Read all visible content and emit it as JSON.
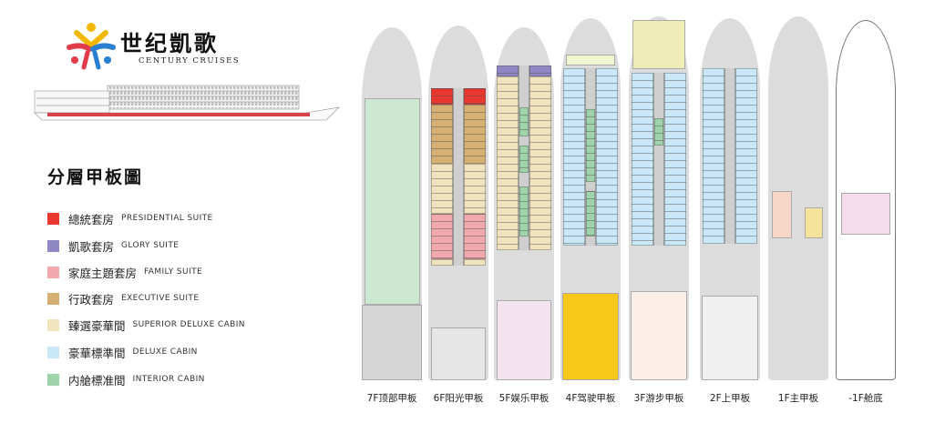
{
  "logo": {
    "chinese": "世纪凱歌",
    "english": "CENTURY CRUISES"
  },
  "title": "分層甲板圖",
  "legend": [
    {
      "cn": "總統套房",
      "en": "PRESIDENTIAL SUITE",
      "color": "#e8372f"
    },
    {
      "cn": "凱歌套房",
      "en": "GLORY  SUITE",
      "color": "#8f87c3"
    },
    {
      "cn": "家庭主題套房",
      "en": "FAMILY SUITE",
      "color": "#f2a9ad"
    },
    {
      "cn": "行政套房",
      "en": "EXECUTIVE SUITE",
      "color": "#d4b173"
    },
    {
      "cn": "臻選豪華間",
      "en": "SUPERIOR DELUXE CABIN",
      "color": "#f1e3bd"
    },
    {
      "cn": "豪華標準間",
      "en": "DELUXE CABIN",
      "color": "#c9e7f7"
    },
    {
      "cn": "内艙標准間",
      "en": "INTERIOR CABIN",
      "color": "#9fd3a9"
    }
  ],
  "decks": [
    {
      "label": "7F顶部甲板"
    },
    {
      "label": "6F阳光甲板"
    },
    {
      "label": "5F娱乐甲板"
    },
    {
      "label": "4F驾驶甲板"
    },
    {
      "label": "3F游步甲板"
    },
    {
      "label": "2F上甲板"
    },
    {
      "label": "1F主甲板"
    },
    {
      "label": "-1F舱底"
    }
  ]
}
